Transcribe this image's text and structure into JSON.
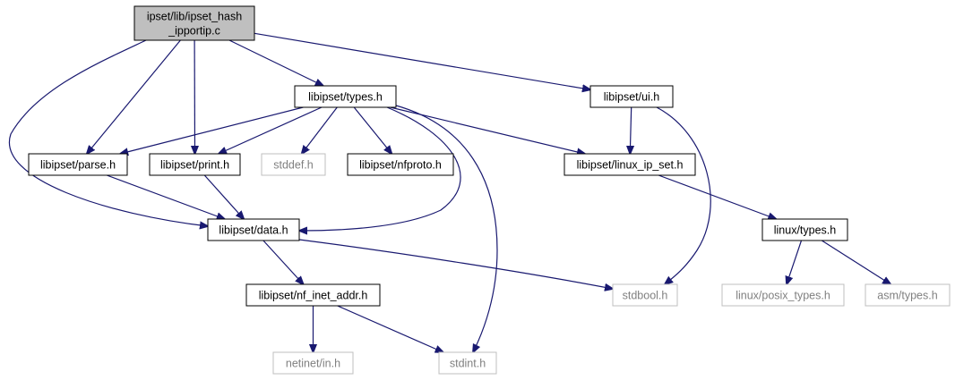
{
  "colors": {
    "edge": "#191970",
    "root_fill": "#bfbfbf",
    "node_border": "#000000",
    "external_border": "#bfbfbf",
    "external_text": "#808080",
    "text": "#000000",
    "background": "#ffffff"
  },
  "nodes": [
    {
      "id": "root",
      "lines": [
        "ipset/lib/ipset_hash",
        "_ipportip.c"
      ],
      "kind": "root"
    },
    {
      "id": "types",
      "lines": [
        "libipset/types.h"
      ],
      "kind": "normal"
    },
    {
      "id": "ui",
      "lines": [
        "libipset/ui.h"
      ],
      "kind": "normal"
    },
    {
      "id": "parse",
      "lines": [
        "libipset/parse.h"
      ],
      "kind": "normal"
    },
    {
      "id": "print",
      "lines": [
        "libipset/print.h"
      ],
      "kind": "normal"
    },
    {
      "id": "stddef",
      "lines": [
        "stddef.h"
      ],
      "kind": "external"
    },
    {
      "id": "nfproto",
      "lines": [
        "libipset/nfproto.h"
      ],
      "kind": "normal"
    },
    {
      "id": "linux_ip_set",
      "lines": [
        "libipset/linux_ip_set.h"
      ],
      "kind": "normal"
    },
    {
      "id": "data",
      "lines": [
        "libipset/data.h"
      ],
      "kind": "normal"
    },
    {
      "id": "linux_types",
      "lines": [
        "linux/types.h"
      ],
      "kind": "normal"
    },
    {
      "id": "nf_inet_addr",
      "lines": [
        "libipset/nf_inet_addr.h"
      ],
      "kind": "normal"
    },
    {
      "id": "stdbool",
      "lines": [
        "stdbool.h"
      ],
      "kind": "external"
    },
    {
      "id": "posix_types",
      "lines": [
        "linux/posix_types.h"
      ],
      "kind": "external"
    },
    {
      "id": "asm_types",
      "lines": [
        "asm/types.h"
      ],
      "kind": "external"
    },
    {
      "id": "netinet_in",
      "lines": [
        "netinet/in.h"
      ],
      "kind": "external"
    },
    {
      "id": "stdint",
      "lines": [
        "stdint.h"
      ],
      "kind": "external"
    }
  ],
  "edges": [
    [
      "root",
      "types"
    ],
    [
      "root",
      "ui"
    ],
    [
      "root",
      "parse"
    ],
    [
      "root",
      "print"
    ],
    [
      "root",
      "data"
    ],
    [
      "types",
      "parse"
    ],
    [
      "types",
      "print"
    ],
    [
      "types",
      "stddef"
    ],
    [
      "types",
      "nfproto"
    ],
    [
      "types",
      "linux_ip_set"
    ],
    [
      "types",
      "data"
    ],
    [
      "types",
      "stdint"
    ],
    [
      "ui",
      "linux_ip_set"
    ],
    [
      "ui",
      "stdbool"
    ],
    [
      "parse",
      "data"
    ],
    [
      "print",
      "data"
    ],
    [
      "linux_ip_set",
      "linux_types"
    ],
    [
      "linux_types",
      "posix_types"
    ],
    [
      "linux_types",
      "asm_types"
    ],
    [
      "data",
      "nf_inet_addr"
    ],
    [
      "data",
      "stdbool"
    ],
    [
      "nf_inet_addr",
      "netinet_in"
    ],
    [
      "nf_inet_addr",
      "stdint"
    ]
  ]
}
